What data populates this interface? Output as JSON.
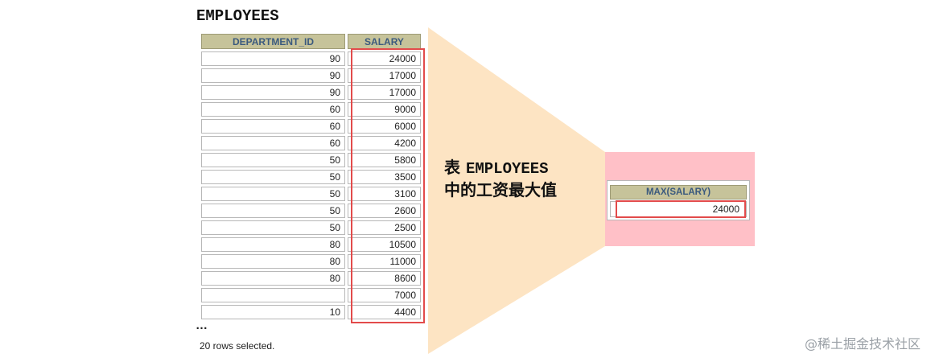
{
  "table_title": "EMPLOYEES",
  "columns": [
    "DEPARTMENT_ID",
    "SALARY"
  ],
  "rows": [
    [
      "90",
      "24000"
    ],
    [
      "90",
      "17000"
    ],
    [
      "90",
      "17000"
    ],
    [
      "60",
      "9000"
    ],
    [
      "60",
      "6000"
    ],
    [
      "60",
      "4200"
    ],
    [
      "50",
      "5800"
    ],
    [
      "50",
      "3500"
    ],
    [
      "50",
      "3100"
    ],
    [
      "50",
      "2600"
    ],
    [
      "50",
      "2500"
    ],
    [
      "80",
      "10500"
    ],
    [
      "80",
      "11000"
    ],
    [
      "80",
      "8600"
    ],
    [
      "",
      "7000"
    ],
    [
      "10",
      "4400"
    ]
  ],
  "ellipsis": "…",
  "rows_selected": "20 rows selected.",
  "caption": {
    "line1_prefix": "表",
    "line1_table": "EMPLOYEES",
    "line2": "中的工资最大值"
  },
  "result": {
    "header": "MAX(SALARY)",
    "value": "24000"
  },
  "watermark": "@稀土掘金技术社区",
  "colors": {
    "funnel": "#fde4c3",
    "result_panel": "#ffc0c7",
    "header_bg": "#c6c39a",
    "header_text": "#3b5a7e",
    "highlight": "#e24b4b"
  }
}
